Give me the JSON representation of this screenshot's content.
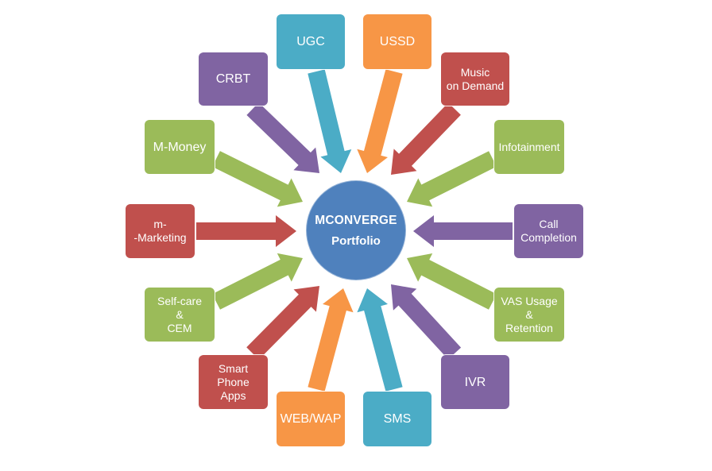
{
  "colors": {
    "blue": "#4f81bd",
    "teal": "#4bacc6",
    "orange": "#f79646",
    "red": "#c0504d",
    "purple": "#8064a2",
    "green": "#9bbb59"
  },
  "hub": {
    "line1": "MCONVERGE",
    "line2": "Portfolio"
  },
  "nodes": [
    {
      "id": "ugc",
      "label": "UGC",
      "color": "teal"
    },
    {
      "id": "ussd",
      "label": "USSD",
      "color": "orange"
    },
    {
      "id": "music-on-demand",
      "label": "Music\non Demand",
      "color": "red"
    },
    {
      "id": "infotainment",
      "label": "Infotainment",
      "color": "green"
    },
    {
      "id": "call-completion",
      "label": "Call\nCompletion",
      "color": "purple"
    },
    {
      "id": "vas-usage-retention",
      "label": "VAS Usage\n&\nRetention",
      "color": "green"
    },
    {
      "id": "ivr",
      "label": "IVR",
      "color": "purple"
    },
    {
      "id": "sms",
      "label": "SMS",
      "color": "teal"
    },
    {
      "id": "web-wap",
      "label": "WEB/WAP",
      "color": "orange"
    },
    {
      "id": "smart-phone-apps",
      "label": "Smart\nPhone\nApps",
      "color": "red"
    },
    {
      "id": "self-care-cem",
      "label": "Self-care\n&\nCEM",
      "color": "green"
    },
    {
      "id": "m-marketing",
      "label": "m-\n-Marketing",
      "color": "red"
    },
    {
      "id": "m-money",
      "label": "M-Money",
      "color": "green"
    },
    {
      "id": "crbt",
      "label": "CRBT",
      "color": "purple"
    }
  ]
}
